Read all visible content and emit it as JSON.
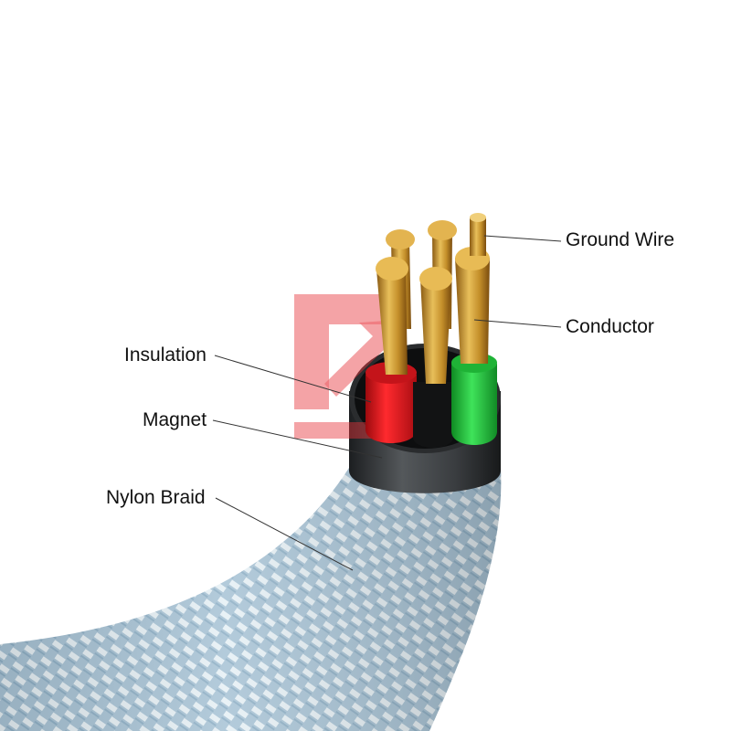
{
  "labels": {
    "ground_wire": "Ground Wire",
    "conductor": "Conductor",
    "insulation": "Insulation",
    "magnet": "Magnet",
    "nylon_braid": "Nylon Braid"
  },
  "colors": {
    "background": "#ffffff",
    "braid": "#a9c4d6",
    "braid_highlight": "#e6f0f5",
    "magnet_sleeve": "#2f3234",
    "insulation_red": "#e0151a",
    "insulation_green": "#22c23c",
    "conductor_copper": "#c99a2e",
    "watermark": "#e8343a"
  },
  "icons": {
    "watermark": "arrow-logo-icon"
  }
}
